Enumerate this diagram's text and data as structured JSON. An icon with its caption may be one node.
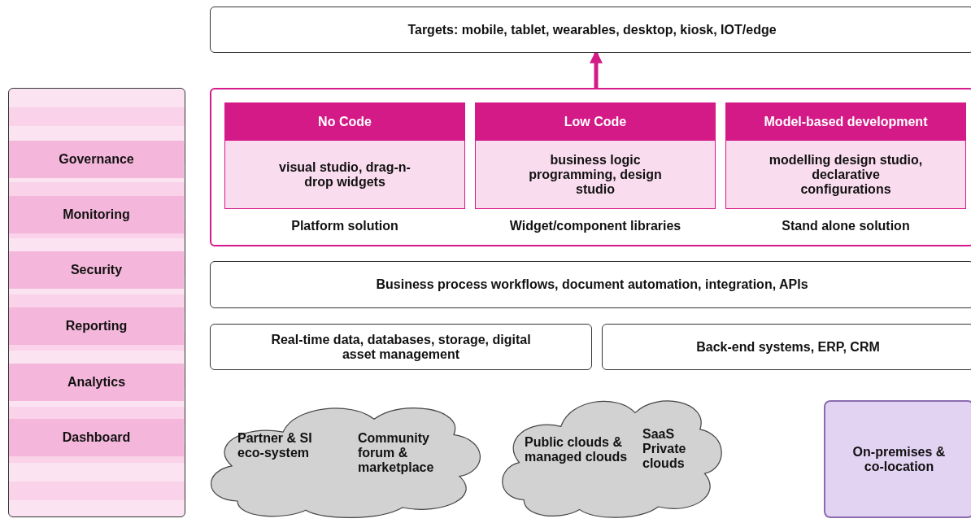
{
  "diagram": {
    "nodes": [
      {
        "text": [
          "Targets: mobile, tablet, wearables, desktop, kiosk, IOT/edge"
        ]
      },
      {
        "text": [],
        "shape": "box"
      },
      {
        "text": [
          "Governance"
        ],
        "in": 1
      },
      {
        "text": [
          "Monitoring"
        ],
        "in": 1
      },
      {
        "text": [
          "Security"
        ],
        "in": 1
      },
      {
        "text": [
          "Reporting"
        ],
        "in": 1
      },
      {
        "text": [
          "Analytics"
        ],
        "in": 1
      },
      {
        "text": [
          "Dashboard"
        ],
        "in": 1
      },
      {
        "text": [],
        "shape": "box"
      },
      {
        "text": [
          "No Code",
          "visual studio, drag-n-drop widgets"
        ],
        "in": 8,
        "beside": [
          "Platform solution"
        ]
      },
      {
        "text": [
          "Low Code",
          "business logic programming, design studio"
        ],
        "in": 8,
        "beside": [
          "Widget/component libraries"
        ]
      },
      {
        "text": [
          "Model-based development",
          "modelling design studio, declarative configurations"
        ],
        "in": 8,
        "beside": [
          "Stand alone solution"
        ]
      },
      {
        "text": [
          "Business process workflows, document automation, integration, APIs"
        ]
      },
      {
        "text": [
          "Real-time data, databases, storage, digital asset management"
        ]
      },
      {
        "text": [
          "Back-end systems, ERP, CRM"
        ]
      },
      {
        "text": [
          "Partner & SI eco-system",
          "Community forum & marketplace"
        ]
      },
      {
        "text": [
          "Public clouds & managed clouds",
          "SaaS Private clouds"
        ]
      },
      {
        "text": [
          "On-premises & co-location"
        ]
      }
    ],
    "edges": [
      {
        "from": 8,
        "to": 0,
        "arrow": "to"
      }
    ]
  }
}
